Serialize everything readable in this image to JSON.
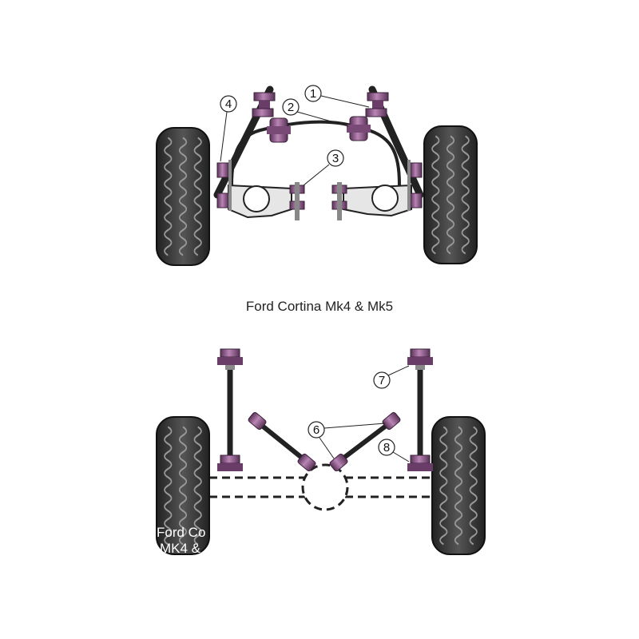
{
  "title": "Ford Cortina Mk4 & Mk5",
  "watermark": {
    "line1": "Ford Co",
    "line2": "MK4 &"
  },
  "callouts": [
    "1",
    "2",
    "3",
    "4",
    "6",
    "7",
    "8"
  ],
  "colors": {
    "bush": "#a06a9e",
    "bush_dark": "#5a3358",
    "tyre": "#3a3a3a",
    "metal": "#bdbdbd",
    "line": "#222222"
  }
}
